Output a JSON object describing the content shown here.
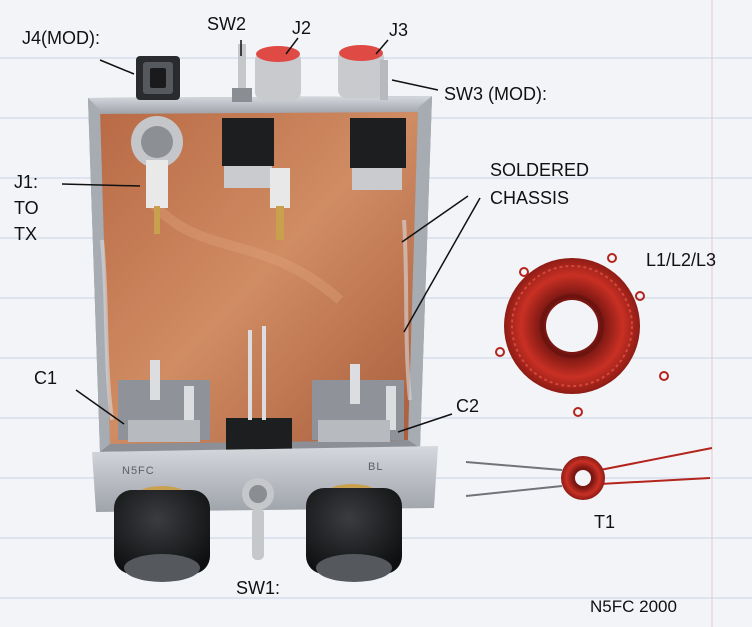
{
  "labels": {
    "j4": "J4(MOD):",
    "sw2": "SW2",
    "j2": "J2",
    "j3": "J3",
    "sw3": "SW3 (MOD):",
    "j1_line1": "J1:",
    "j1_line2": "TO",
    "j1_line3": "TX",
    "soldered_line1": "SOLDERED",
    "soldered_line2": "CHASSIS",
    "l1l2l3": "L1/L2/L3",
    "c1": "C1",
    "c2": "C2",
    "t1": "T1",
    "sw1": "SW1:",
    "credit": "N5FC 2000"
  },
  "front_panel": {
    "left_marking": "N5FC",
    "right_marking": "BL"
  },
  "colors": {
    "paper": "#f3f4f8",
    "ruled_line": "#c9d2e8",
    "copper": "#c77a52",
    "copper_dark": "#9a5536",
    "aluminum": "#b9bcc2",
    "toroid_red": "#b3241c",
    "knob_black": "#1c1d1f",
    "label_text": "#111111"
  }
}
